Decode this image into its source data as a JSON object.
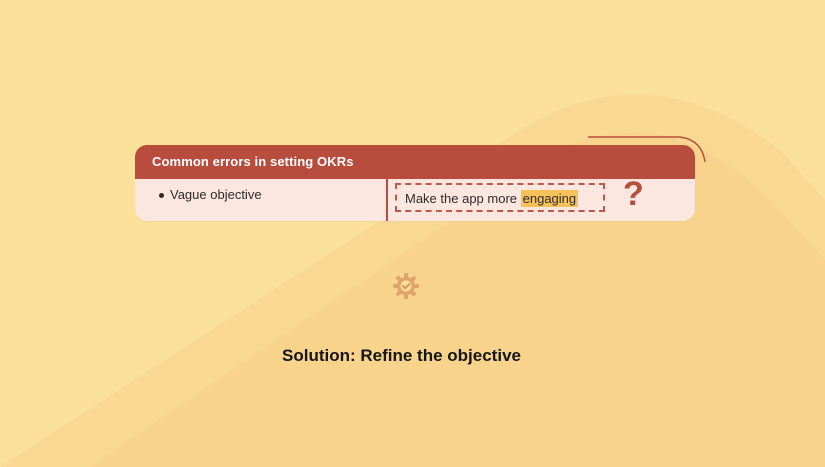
{
  "table": {
    "header": "Common errors in setting OKRs",
    "error_item": "Vague objective",
    "example": {
      "prefix": "Make the app more ",
      "highlight": "engaging"
    },
    "question_mark": "?"
  },
  "solution_text": "Solution: Refine the objective",
  "icons": {
    "settings": "gear-check-icon",
    "question": "question-mark-icon"
  },
  "colors": {
    "background": "#fbe09a",
    "accent": "#b94d3d",
    "highlight": "#f8c15a",
    "row_background": "#fce6e0"
  }
}
